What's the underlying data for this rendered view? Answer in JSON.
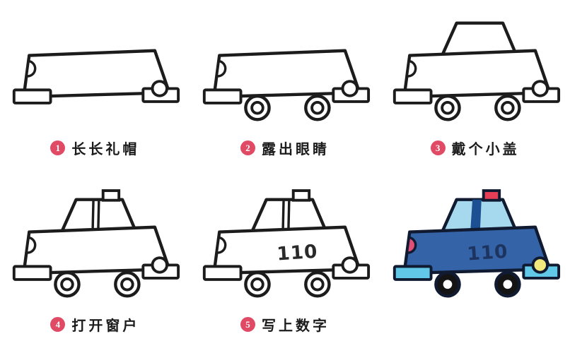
{
  "page": {
    "background": "#ffffff",
    "description_number_plate": "110"
  },
  "car_number": "110",
  "steps": [
    {
      "number": "1",
      "label": "长长礼帽"
    },
    {
      "number": "2",
      "label": "露出眼睛"
    },
    {
      "number": "3",
      "label": "戴个小盖"
    },
    {
      "number": "4",
      "label": "打开窗户"
    },
    {
      "number": "5",
      "label": "写上数字"
    }
  ],
  "colors": {
    "page_bg": "#ffffff",
    "badge": "#e04a64",
    "badge_text": "#ffffff",
    "line": "#1c1c1c",
    "final_outline": "#101a30",
    "body_blue": "#3463a8",
    "window_blue": "#a7d9ee",
    "pillar_navy": "#1d4f93",
    "beacon_red": "#e73e58",
    "bumper_cyan": "#62c8e8",
    "headlight_yellow": "#f2e97c",
    "taillight_pink": "#e04f78",
    "tire_black": "#141414",
    "hub_white": "#ffffff",
    "number_navy": "#1d3460",
    "number_black": "#2a2a2a"
  }
}
